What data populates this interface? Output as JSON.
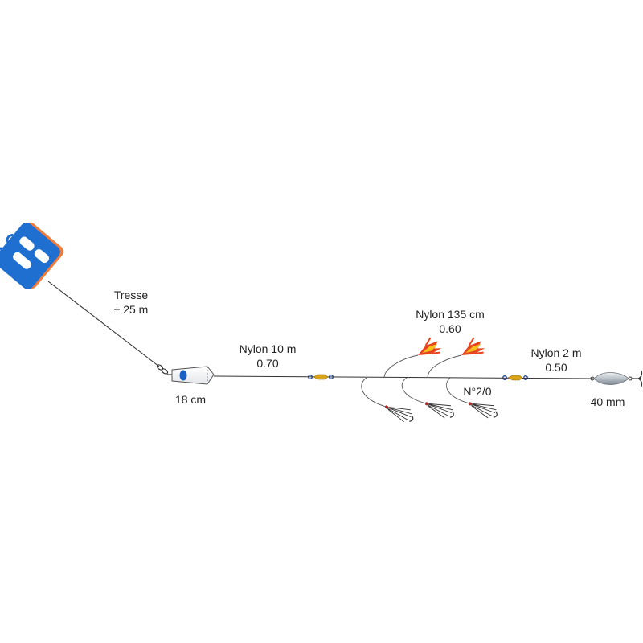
{
  "labels": {
    "tresse": {
      "line1": "Tresse",
      "line2": "± 25 m"
    },
    "weight": {
      "size": "18 cm"
    },
    "nylon_main": {
      "line1": "Nylon 10 m",
      "line2": "0.70"
    },
    "nylon_droppers": {
      "line1": "Nylon 135 cm",
      "line2": "0.60"
    },
    "hook": {
      "size": "N°2/0"
    },
    "nylon_leader": {
      "line1": "Nylon 2 m",
      "line2": "0.50"
    },
    "spoon": {
      "size": "40 mm"
    }
  },
  "colors": {
    "winder_blue": "#1f6fd1",
    "winder_orange": "#f07a3a",
    "line": "#333333",
    "weight_dot": "#1a5fc4",
    "lure_red": "#e8431f",
    "lure_yellow": "#f6c21a",
    "spoon_gray": "#b9c0c8"
  }
}
